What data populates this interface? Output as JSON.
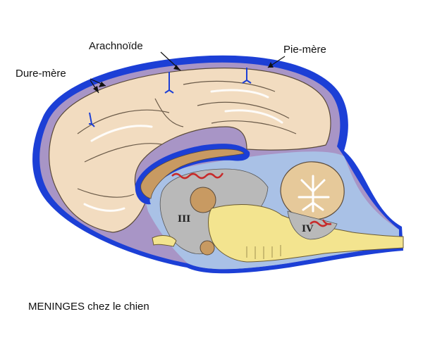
{
  "labels": {
    "dura": "Dure-mère",
    "arachnoid": "Arachnoïde",
    "pia": "Pie-mère",
    "ventricle_3": "III",
    "ventricle_4": "IV"
  },
  "caption": "MENINGES chez le chien",
  "colors": {
    "dura": "#1c3fd6",
    "arachnoid_layer": "#a895c6",
    "brain": "#f2dcc0",
    "csf": "#a9c1e6",
    "brainstem": "#f3e48f",
    "vessels": "#c72a2a",
    "gray_tissue": "#b9b9b9",
    "cerebellum": "#e6c99a",
    "thalamus": "#c89a62"
  }
}
